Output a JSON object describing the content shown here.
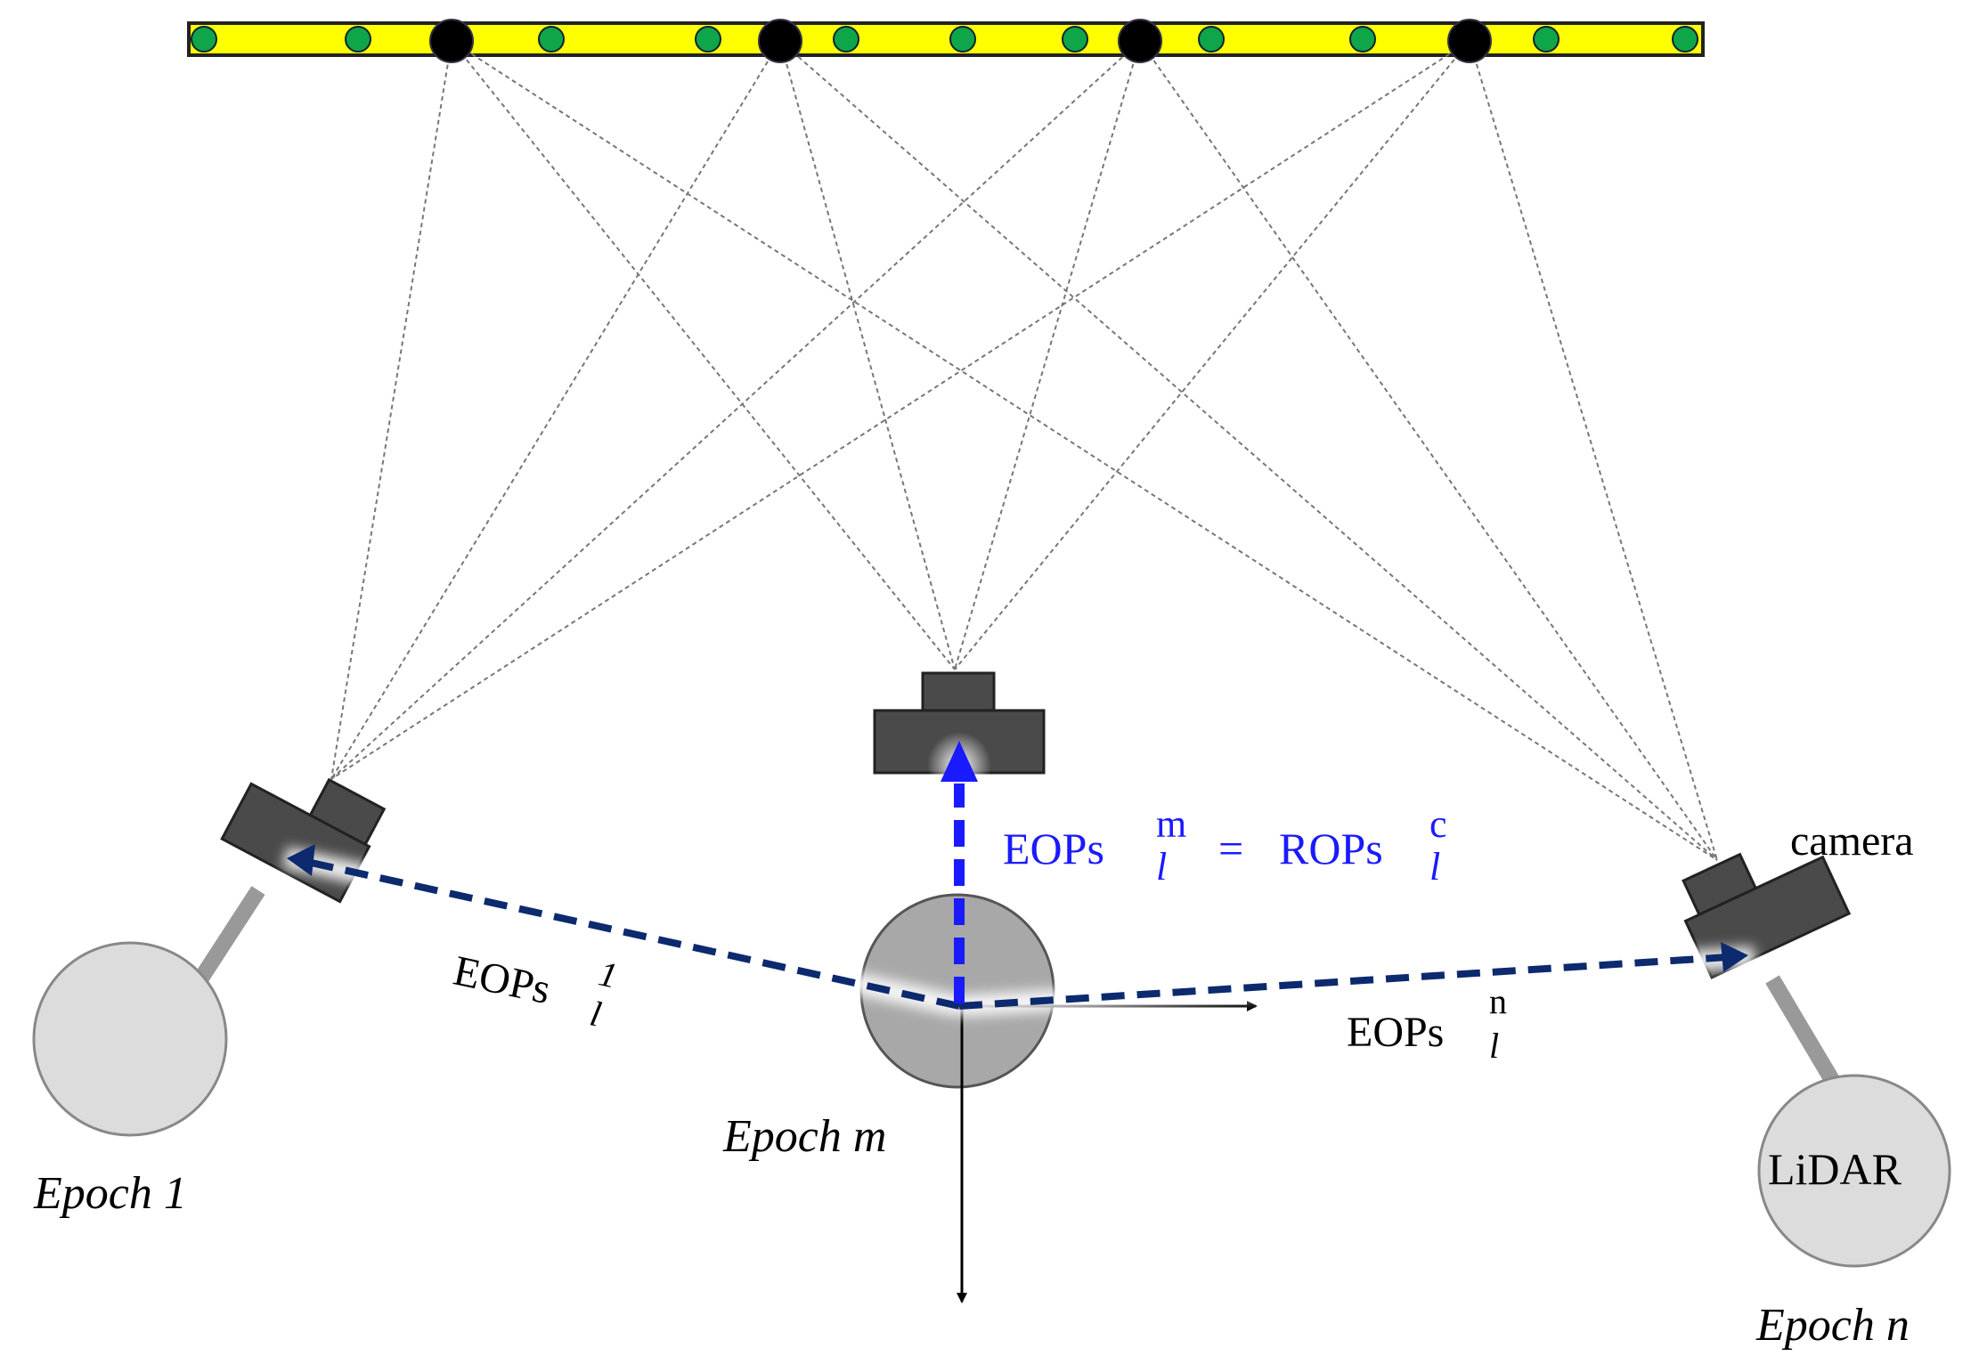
{
  "labels": {
    "epoch_1": "Epoch 1",
    "epoch_m": "Epoch m",
    "epoch_n": "Epoch n",
    "camera": "camera",
    "lidar": "LiDAR",
    "eops_1_base": "EOPs",
    "eops_1_sup": "1",
    "eops_1_sub": "l",
    "eops_n_base": "EOPs",
    "eops_n_sup": "n",
    "eops_n_sub": "l",
    "eq_left_base": "EOPs",
    "eq_left_sup": "m",
    "eq_left_sub": "l",
    "eq_equals": "=",
    "eq_right_base": "ROPs",
    "eq_right_sup": "c",
    "eq_right_sub": "l"
  },
  "colors": {
    "target_bar": "#ffff00",
    "target_dot": "#0fa64a",
    "control_point": "#000000",
    "camera_body": "#4a4a4a",
    "trajectory": "#0d2a6e",
    "equation": "#1a1aff",
    "dashed_rays": "#777777"
  },
  "icons": {
    "camera": "camera-icon",
    "lidar": "lidar-sensor-icon",
    "control_point": "control-point-icon",
    "target": "target-dot-icon"
  }
}
